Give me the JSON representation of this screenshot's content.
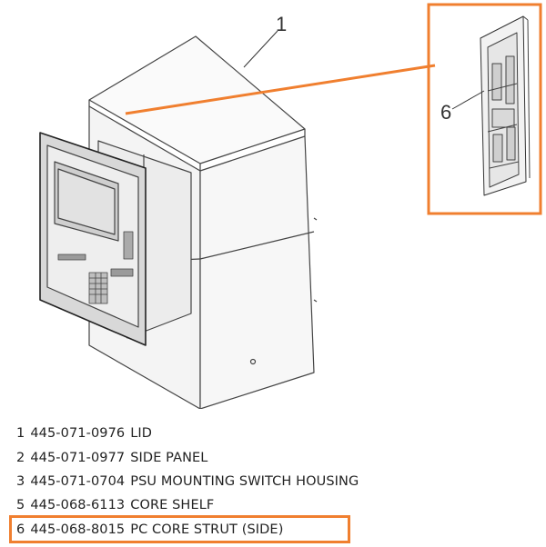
{
  "diagram": {
    "callouts": [
      {
        "id": "callout-1",
        "label": "1"
      },
      {
        "id": "callout-6",
        "label": "6"
      }
    ],
    "accent_color": "#f07f2f"
  },
  "parts": [
    {
      "num": "1",
      "part_no": "445-071-0976",
      "desc": "LID"
    },
    {
      "num": "2",
      "part_no": "445-071-0977",
      "desc": "SIDE PANEL"
    },
    {
      "num": "3",
      "part_no": "445-071-0704",
      "desc": "PSU MOUNTING SWITCH HOUSING"
    },
    {
      "num": "5",
      "part_no": "445-068-6113",
      "desc": "CORE SHELF"
    },
    {
      "num": "6",
      "part_no": "445-068-8015",
      "desc": "PC CORE STRUT (SIDE)"
    }
  ],
  "highlighted_part": "6"
}
